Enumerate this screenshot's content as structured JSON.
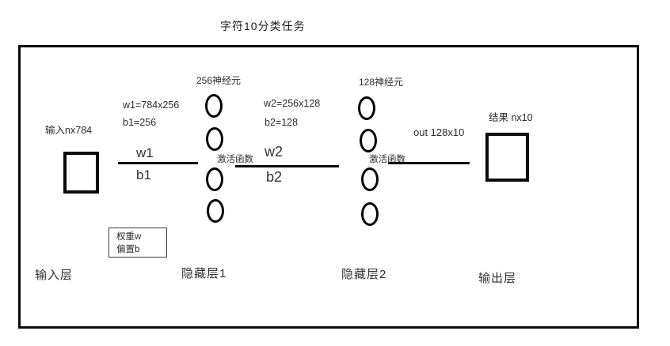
{
  "page": {
    "title": "字符10分类任务"
  },
  "network": {
    "input": {
      "label": "输入nx784",
      "layer_name": "输入层"
    },
    "connection1": {
      "weight_equation": "w1=784x256",
      "bias_equation": "b1=256",
      "weight_label": "w1",
      "bias_label": "b1"
    },
    "hidden1": {
      "neuron_count_label": "256神经元",
      "activation_label": "激活函数",
      "layer_name": "隐藏层1",
      "neurons_drawn": 4
    },
    "connection2": {
      "weight_equation": "w2=256x128",
      "bias_equation": "b2=128",
      "weight_label": "w2",
      "bias_label": "b2"
    },
    "hidden2": {
      "neuron_count_label": "128神经元",
      "activation_label": "激活函数",
      "layer_name": "隐藏层2",
      "neurons_drawn": 4
    },
    "output_connection": {
      "label": "out 128x10"
    },
    "output": {
      "result_label": "结果 nx10",
      "layer_name": "输出层"
    },
    "legend": {
      "weight": "权重w",
      "bias": "偏置b"
    }
  },
  "colors": {
    "ink": "#0b0b0b",
    "text": "#262626",
    "background": "#ffffff"
  }
}
